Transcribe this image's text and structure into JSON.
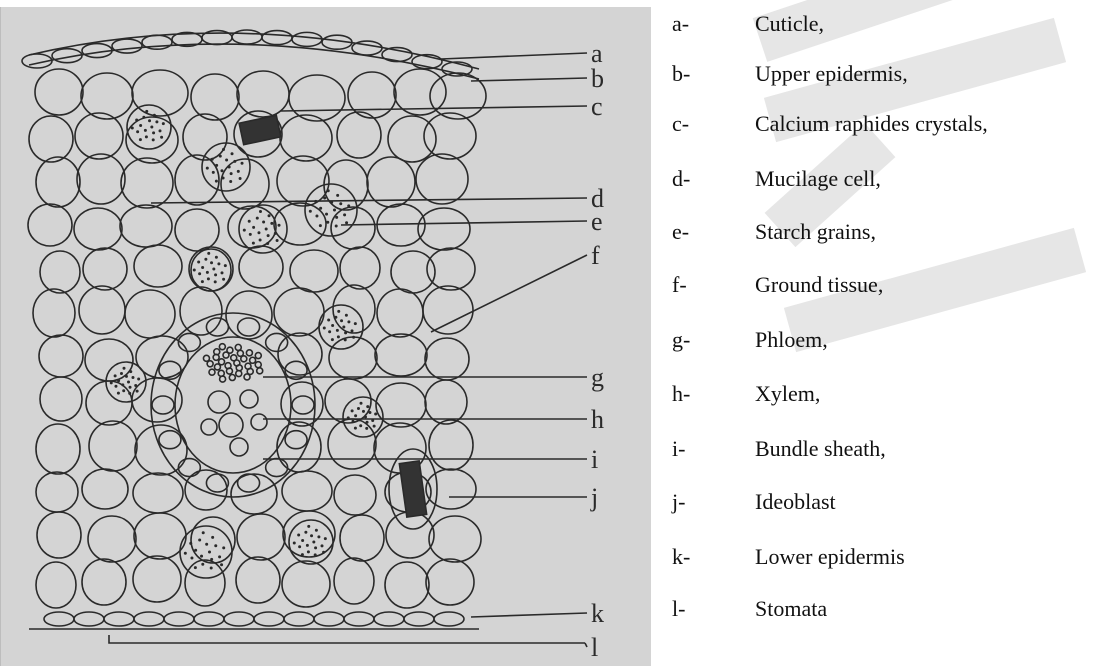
{
  "diagram": {
    "label_letters": [
      "a",
      "b",
      "c",
      "d",
      "e",
      "f",
      "g",
      "h",
      "i",
      "j",
      "k",
      "l"
    ]
  },
  "legend": [
    {
      "letter": "a-",
      "text": "Cuticle,"
    },
    {
      "letter": "b-",
      "text": "Upper epidermis,"
    },
    {
      "letter": "c-",
      "text": "Calcium raphides crystals,"
    },
    {
      "letter": "d-",
      "text": "Mucilage cell,"
    },
    {
      "letter": "e-",
      "text": "Starch grains,"
    },
    {
      "letter": "f-",
      "text": "Ground tissue,"
    },
    {
      "letter": "g-",
      "text": "Phloem,"
    },
    {
      "letter": "h-",
      "text": "Xylem,"
    },
    {
      "letter": "i-",
      "text": "Bundle sheath,"
    },
    {
      "letter": "j-",
      "text": "Ideoblast"
    },
    {
      "letter": "k-",
      "text": "Lower epidermis"
    },
    {
      "letter": "l-",
      "text": "Stomata"
    }
  ],
  "colors": {
    "paper": "#d4d4d4",
    "ink": "#2a2a2a",
    "text": "#111111",
    "watermark": "#e3e3e3"
  }
}
